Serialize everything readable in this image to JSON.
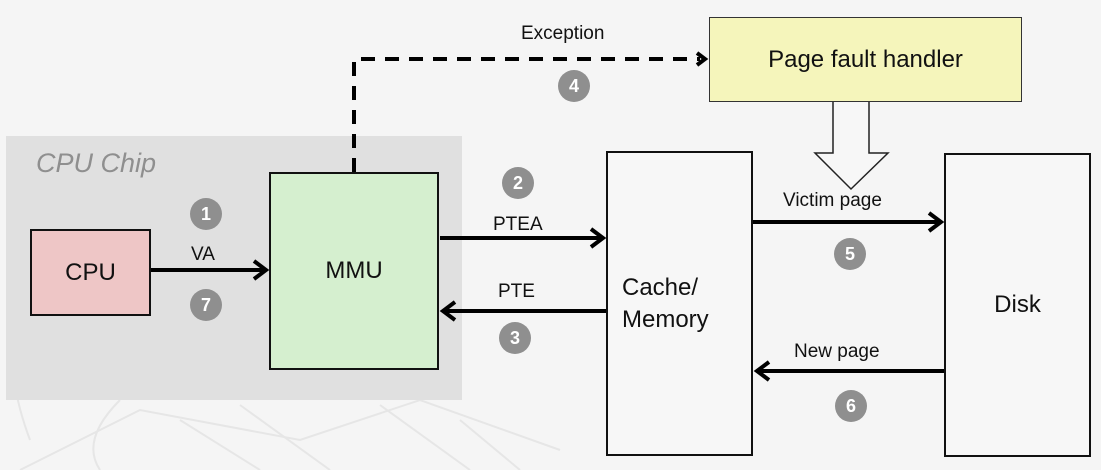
{
  "diagram": {
    "chip_region": {
      "label": "CPU Chip"
    },
    "nodes": {
      "cpu": "CPU",
      "mmu": "MMU",
      "cache_line1": "Cache/",
      "cache_line2": "Memory",
      "disk": "Disk",
      "handler": "Page fault handler"
    },
    "edges": {
      "va": "VA",
      "ptea": "PTEA",
      "pte": "PTE",
      "exception": "Exception",
      "victim": "Victim page",
      "new_page": "New page"
    },
    "steps": [
      "1",
      "2",
      "3",
      "4",
      "5",
      "6",
      "7"
    ],
    "colors": {
      "cpu_fill": "#eec6c6",
      "mmu_fill": "#d5efcf",
      "handler_fill": "#f5f5bb",
      "chip_region": "#e0e0e0",
      "badge": "#8f8f8f",
      "background": "#f5f5f5"
    }
  }
}
